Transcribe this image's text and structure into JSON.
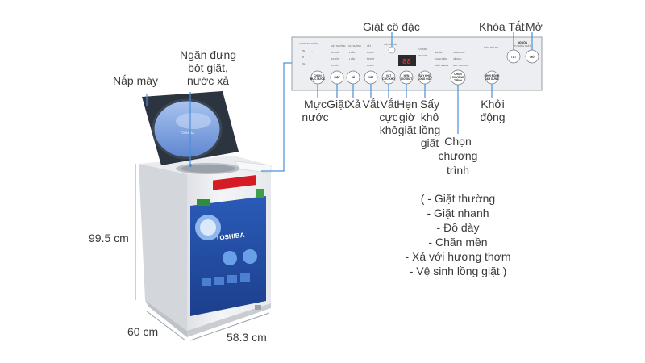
{
  "labels": {
    "lid": "Nắp máy",
    "detergent": [
      "Ngăn đựng",
      "bột giặt,",
      "nước xả"
    ],
    "height": "99.5 cm",
    "depth": "60 cm",
    "width": "58.3 cm",
    "concentrated": "Giặt cô đặc",
    "power_off": "Khóa Tắt",
    "power_on": "Mở",
    "water_level": [
      "Mực",
      "nước"
    ],
    "wash": "Giặt",
    "rinse": "Xả",
    "spin": "Vắt",
    "extra_spin": [
      "Vắt",
      "cực",
      "khô"
    ],
    "timer": [
      "Hẹn",
      "giờ",
      "giặt"
    ],
    "tub_dry": [
      "Sấy",
      "khô",
      "lồng",
      "giặt"
    ],
    "start": [
      "Khởi",
      "động"
    ],
    "program_title": [
      "Chọn",
      "chương",
      "trình"
    ],
    "program_items": [
      "( - Giặt thường",
      "- Giặt nhanh",
      "- Đồ dày",
      "- Chăn mền",
      "- Xả với hương thơm",
      "- Vệ sinh lồng giặt )"
    ]
  },
  "panel": {
    "brand": "TOSHIBA",
    "buttons": {
      "water": [
        "CHỌN",
        "MỰC NƯỚC"
      ],
      "wash": "GIẶT",
      "rinse": "XẢ",
      "spin": "VẮT",
      "extra": [
        "VẮT",
        "CỰC KHÔ"
      ],
      "timer": [
        "HẸN",
        "GIỜ GIẶT"
      ],
      "dry": [
        "SẤY KHÔ",
        "LỒNG GIẶT"
      ],
      "program": [
        "CHỌN",
        "CHƯƠNG",
        "TRÌNH"
      ],
      "start": [
        "KHỞI ĐỘNG",
        "TẠM DỪNG"
      ],
      "off": "TẮT",
      "on": "MỞ"
    },
    "panel_label_top": "GIẶT CÔ ĐẶC",
    "power_label": [
      "NGUỒN",
      "TỰ ĐỘNG NGẮT"
    ],
    "display": "88",
    "lock_label": "KHÓA TRẺ EM"
  },
  "colors": {
    "body": "#f0f1f3",
    "lid": "#2c3440",
    "basket": "#7fa7e6",
    "leader": "#4a90d9",
    "panel_bg": "#eceef1",
    "display": "#c0161f"
  }
}
